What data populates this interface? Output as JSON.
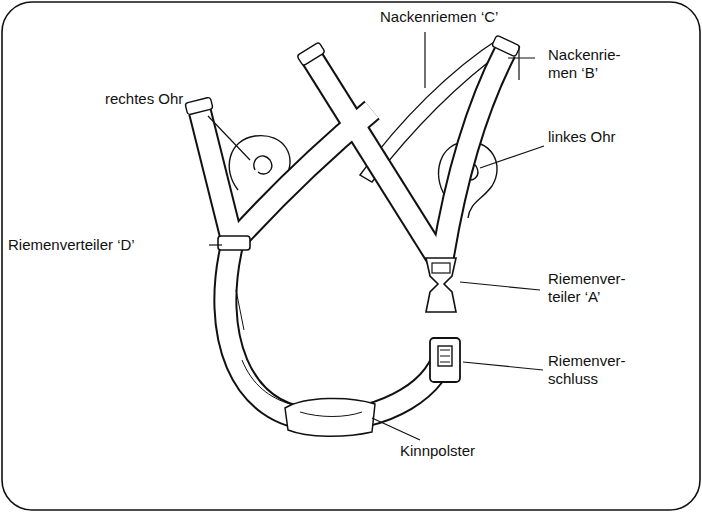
{
  "diagram": {
    "labels": [
      "Nackenriemen ‘C’",
      "Nackenrie- men ‘B’",
      "rechtes Ohr",
      "linkes Ohr",
      "Riemenverteiler ‘D’",
      "Riemenver- teiler ‘A’",
      "Riemenver- schluss",
      "Kinnpolster"
    ]
  }
}
